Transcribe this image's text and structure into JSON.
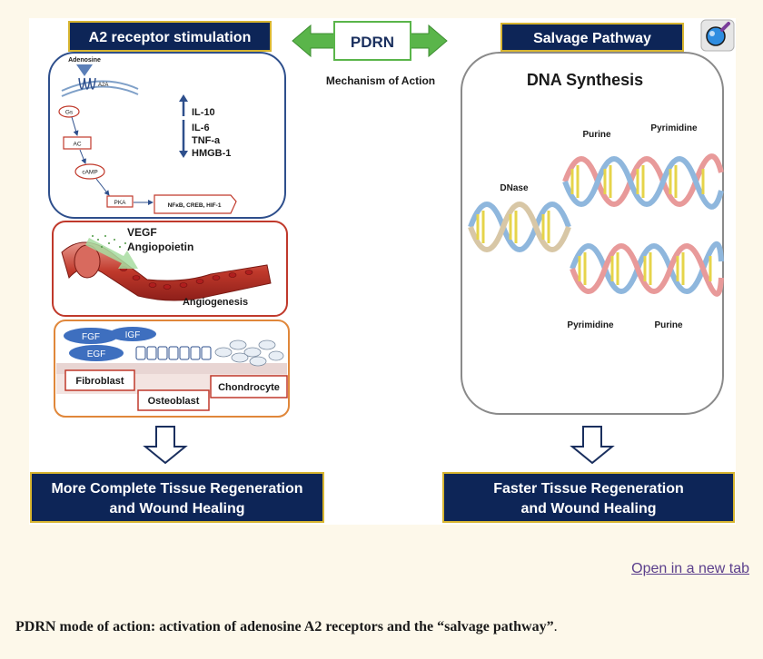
{
  "figure": {
    "center": {
      "title": "PDRN",
      "subtitle": "Mechanism of Action"
    },
    "left": {
      "header": "A2 receptor stimulation",
      "receptor_panel": {
        "ligand": "Adenosine",
        "receptor": "A2A",
        "chain": [
          "Gs",
          "AC",
          "cAMP",
          "PKA"
        ],
        "targets": "NFκB, CREB, HIF-1",
        "up_list": [
          "IL-10"
        ],
        "down_list": [
          "IL-6",
          "TNF-a",
          "HMGB-1"
        ]
      },
      "vessel_panel": {
        "factor_1": "VEGF",
        "factor_2": "Angiopoietin",
        "outcome": "Angiogenesis"
      },
      "cell_panel": {
        "growth_factors": [
          "FGF",
          "IGF",
          "EGF"
        ],
        "cell_types": [
          "Fibroblast",
          "Osteoblast",
          "Chondrocyte"
        ]
      },
      "result_line_1": "More Complete Tissue Regeneration",
      "result_line_2": "and Wound Healing"
    },
    "right": {
      "header": "Salvage Pathway",
      "title": "DNA Synthesis",
      "labels": {
        "dnase": "DNase",
        "purine_top": "Purine",
        "pyrimidine_top": "Pyrimidine",
        "pyrimidine_bottom": "Pyrimidine",
        "purine_bottom": "Purine"
      },
      "result_line_1": "Faster Tissue Regeneration",
      "result_line_2": "and Wound Healing"
    }
  },
  "link_text": "Open in a new tab",
  "caption": {
    "main": "PDRN mode of action: activation of adenosine A2 receptors and the “salvage pathway”",
    "end": "."
  },
  "colors": {
    "header_navy": "#0d2557",
    "header_border": "#d7b530",
    "green_arrow": "#5ab54a",
    "red_box": "#c0392b",
    "orange_border": "#e0873a",
    "receptor_blue": "#2e4f8c"
  }
}
